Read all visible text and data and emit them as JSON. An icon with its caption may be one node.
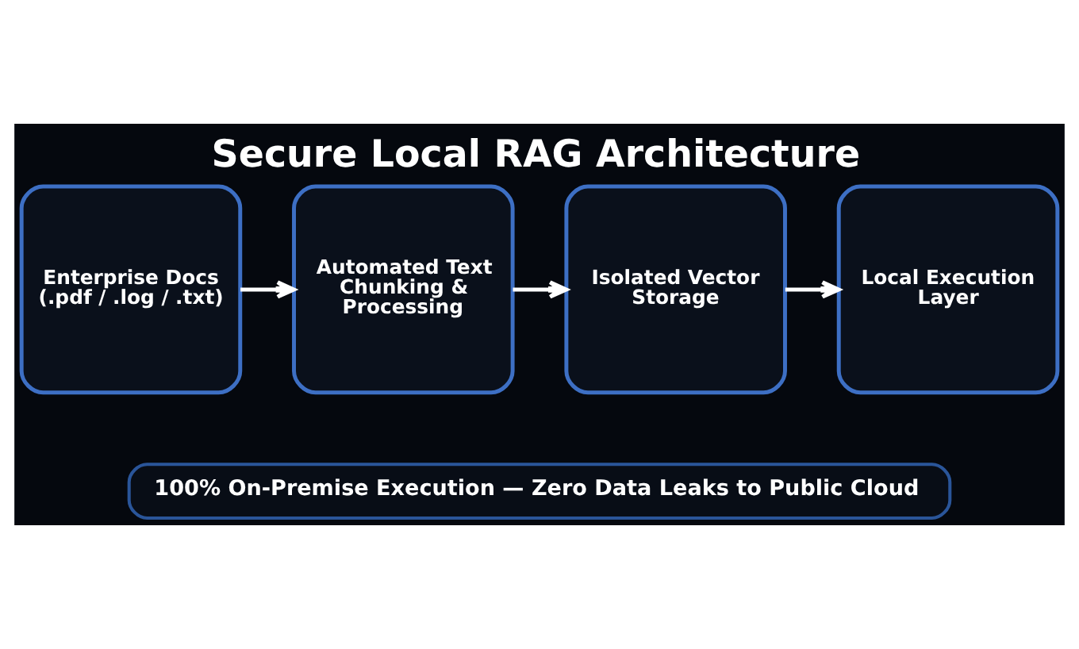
{
  "diagram": {
    "title": "Secure Local RAG Architecture",
    "nodes": [
      {
        "text": [
          "Enterprise Docs (.pdf / .log / .txt)"
        ]
      },
      {
        "text": [
          "Automated Text Chunking & Processing"
        ]
      },
      {
        "text": [
          "Isolated Vector Storage"
        ]
      },
      {
        "text": [
          "Local Execution Layer"
        ]
      },
      {
        "text": [
          "100% On-Premise Execution — Zero Data Leaks to Public Cloud"
        ]
      }
    ],
    "edges": [
      {
        "from": 0,
        "to": 1,
        "arrow": "to"
      },
      {
        "from": 1,
        "to": 2,
        "arrow": "to"
      },
      {
        "from": 2,
        "to": 3,
        "arrow": "to"
      }
    ]
  }
}
